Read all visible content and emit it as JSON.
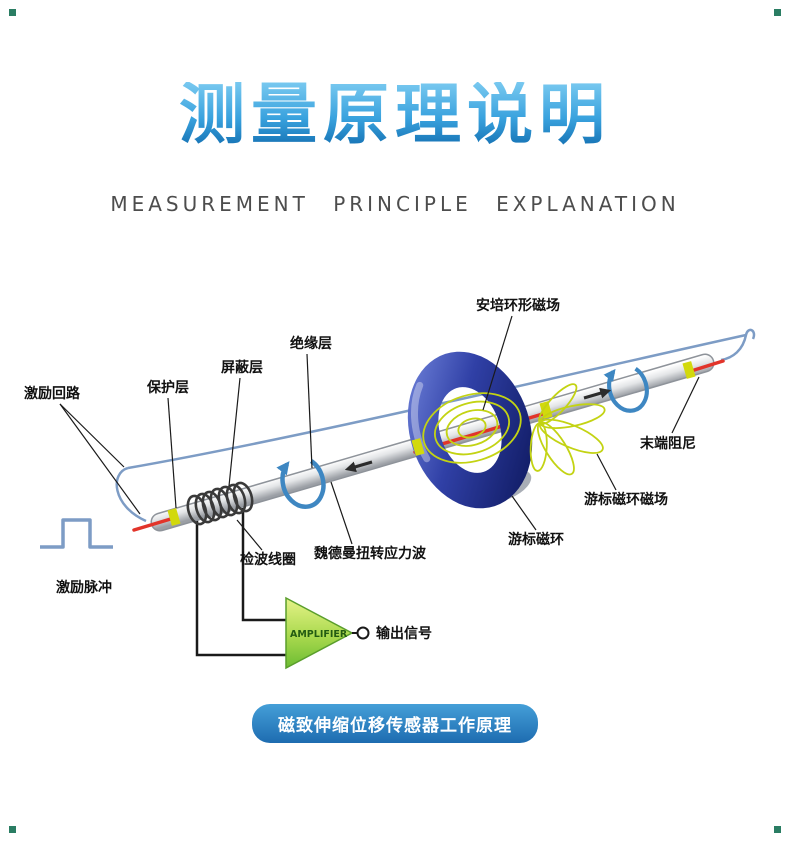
{
  "header": {
    "title": "测量原理说明",
    "subtitle": "MEASUREMENT PRINCIPLE EXPLANATION"
  },
  "diagram": {
    "labels": {
      "excitation_circuit": "激励回路",
      "protective_layer": "保护层",
      "shielding_layer": "屏蔽层",
      "insulation_layer": "绝缘层",
      "ampere_ring_field": "安培环形磁场",
      "end_damping": "末端阻尼",
      "cursor_ring_field": "游标磁环磁场",
      "cursor_ring": "游标磁环",
      "detection_coil": "检波线圈",
      "wiedemann_wave": "魏德曼扭转应力波",
      "excitation_pulse": "激励脉冲",
      "output_signal": "输出信号",
      "amplifier": "AMPLIFIER"
    },
    "colors": {
      "title_blue": "#2e94d4",
      "wire_blue": "#7d9cc5",
      "magnet_ring_blue": "#2a3da8",
      "field_yellow": "#c3d313",
      "amplifier_green": "#8dc63f",
      "waveguide_red": "#e2342a",
      "label_black": "#111111",
      "caption_pill_blue": "#1e6cb0"
    }
  },
  "footer": {
    "caption": "磁致伸缩位移传感器工作原理"
  }
}
